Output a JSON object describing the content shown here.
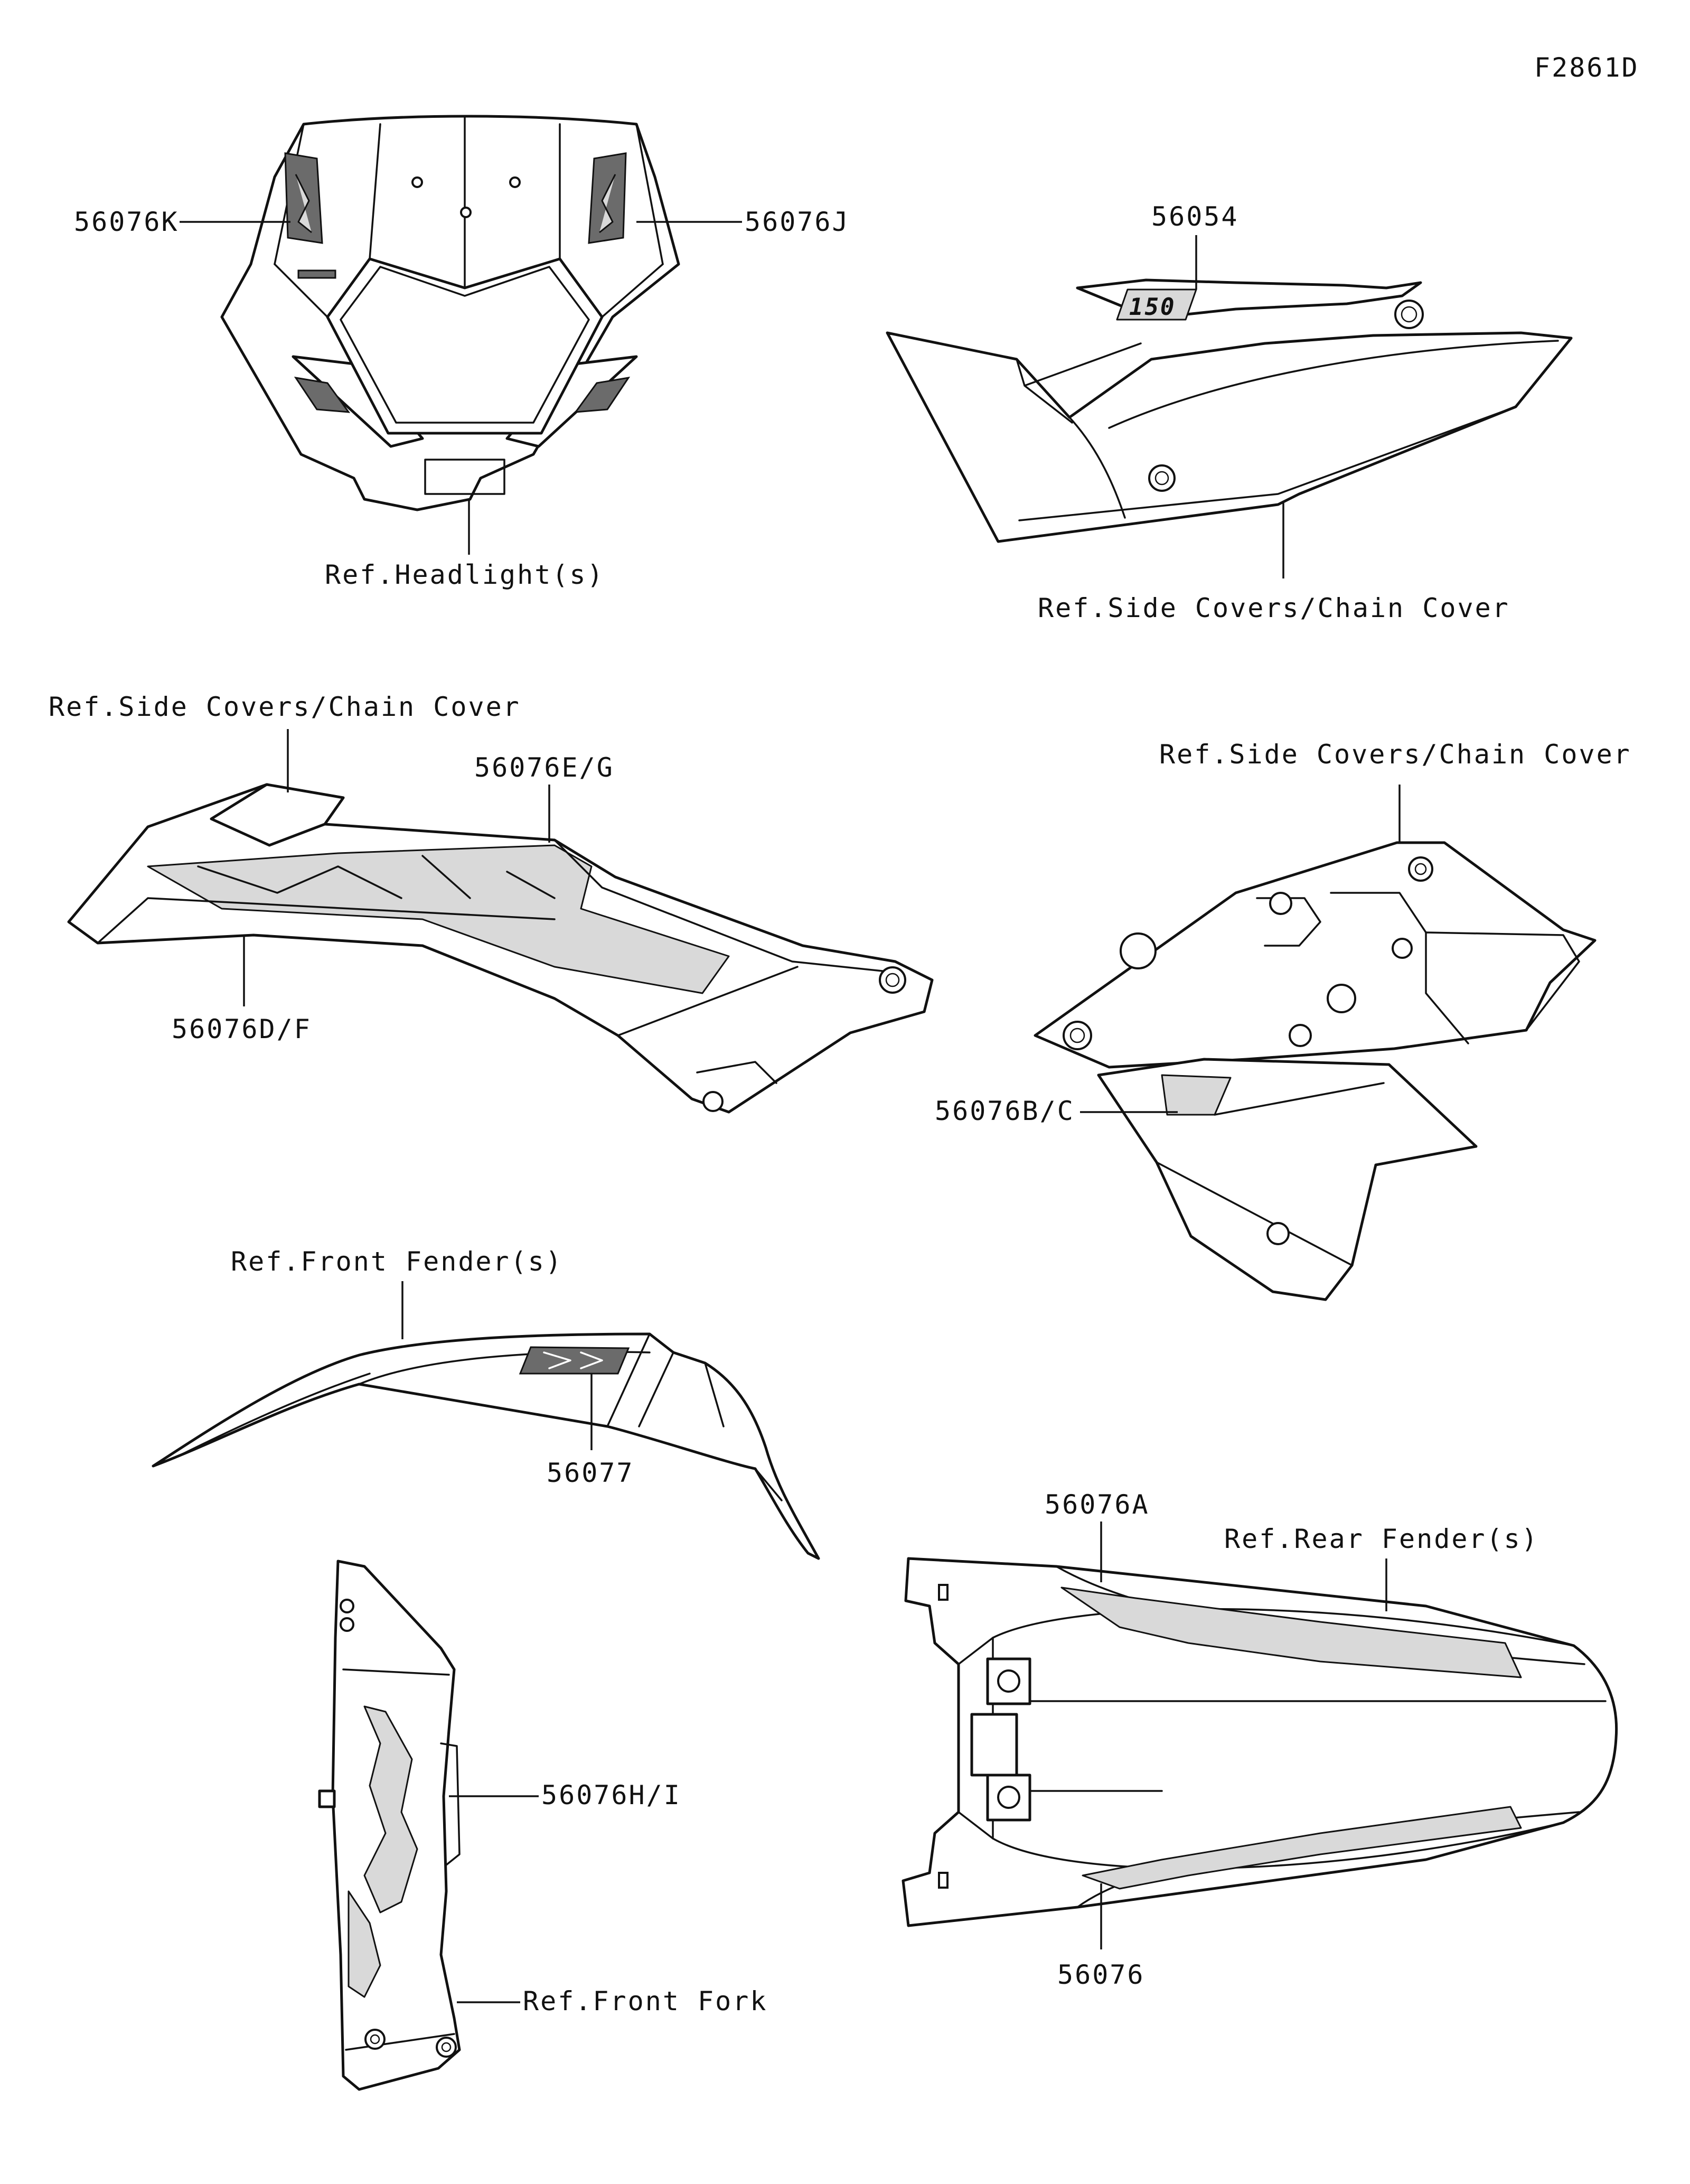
{
  "figure_code": "F2861D",
  "colors": {
    "line": "#111111",
    "decal_fill": "#d9d9d9",
    "decal_dark": "#6b6b6b",
    "background": "#ffffff"
  },
  "headlight": {
    "label_left": "56076K",
    "label_right": "56076J",
    "ref": "Ref.Headlight(s)"
  },
  "side_cover_right_top": {
    "label": "56054",
    "badge_text": "150",
    "ref": "Ref.Side Covers/Chain Cover"
  },
  "side_cover_left": {
    "ref": "Ref.Side Covers/Chain Cover",
    "label_top": "56076E/G",
    "label_bottom": "56076D/F"
  },
  "side_cover_right_mid": {
    "ref": "Ref.Side Covers/Chain Cover",
    "label": "56076B/C"
  },
  "front_fender": {
    "ref": "Ref.Front Fender(s)",
    "label": "56077"
  },
  "fork_guard": {
    "label": "56076H/I",
    "ref": "Ref.Front Fork"
  },
  "rear_fender": {
    "label_top": "56076A",
    "ref": "Ref.Rear Fender(s)",
    "label_bottom": "56076"
  }
}
